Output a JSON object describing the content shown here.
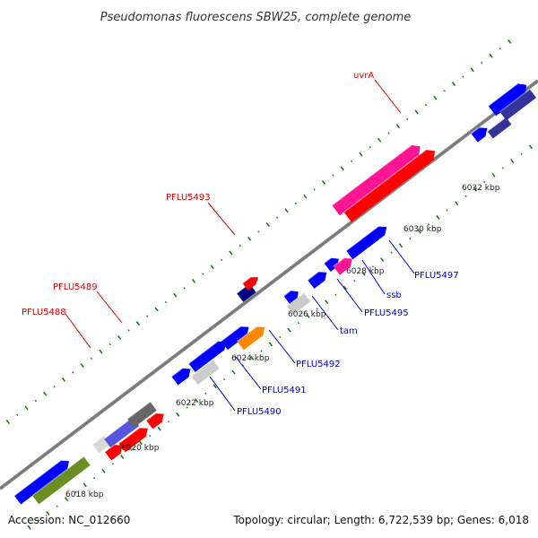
{
  "title": "Pseudomonas fluorescens SBW25, complete genome",
  "footer": {
    "accession": "Accession: NC_012660",
    "topology": "Topology: circular; Length: 6,722,539 bp; Genes: 6,018"
  },
  "colors": {
    "backbone": "#8c8c8c",
    "tick": "#1d7a1d",
    "forward_gene": "#ff1010",
    "reverse_gene": "#1010ff",
    "label_red": "#dd0000",
    "label_blue": "#0000cc"
  },
  "scale": {
    "labels": [
      "6018 kbp",
      "6020 kbp",
      "6022 kbp",
      "6024 kbp",
      "6026 kbp",
      "6028 kbp",
      "6030 kbp",
      "6032 kbp"
    ]
  },
  "gene_labels": {
    "uvrA": "uvrA",
    "pflu5493": "PFLU5493",
    "pflu5489": "PFLU5489",
    "pflu5488": "PFLU5488",
    "pflu5497": "PFLU5497",
    "ssb": "ssb",
    "pflu5495": "PFLU5495",
    "tam": "tam",
    "pflu5492": "PFLU5492",
    "pflu5491": "PFLU5491",
    "pflu5490": "PFLU5490"
  }
}
